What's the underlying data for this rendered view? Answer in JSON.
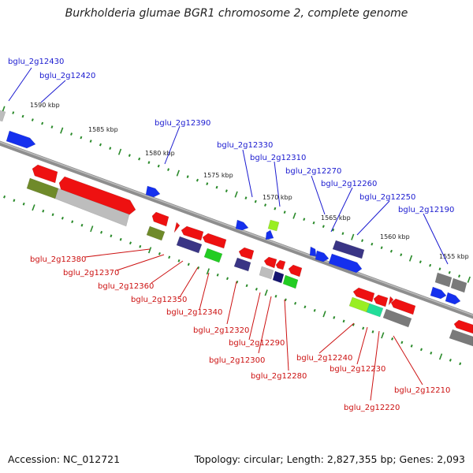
{
  "title": "Burkholderia glumae BGR1 chromosome 2, complete genome",
  "footer": {
    "accession": "Accession: NC_012721",
    "topology": "Topology: circular; Length: 2,827,355 bp; Genes: 2,093"
  },
  "colors": {
    "forward_label": "#1a1ad0",
    "reverse_label": "#cc1111",
    "backbone": "#8c8c8c",
    "tick_minor": "#2a8a2a",
    "red_gene": "#ee1111",
    "blue_gene": "#1530ee",
    "navy_gene": "#3a3585",
    "gray_gene": "#7a7a7a",
    "olive_gene": "#6f8a2a",
    "green_gene": "#22cc22",
    "lime_gene": "#99ee22",
    "cyan_gene": "#22dd99",
    "light_gray_gene": "#bdbdbd"
  },
  "scale_labels": [
    "1590 kbp",
    "1585 kbp",
    "1580 kbp",
    "1575 kbp",
    "1570 kbp",
    "1565 kbp",
    "1560 kbp",
    "1555 kbp"
  ],
  "forward_gene_labels": [
    "bglu_2g12430",
    "bglu_2g12420",
    "bglu_2g12390",
    "bglu_2g12330",
    "bglu_2g12310",
    "bglu_2g12270",
    "bglu_2g12260",
    "bglu_2g12250",
    "bglu_2g12190"
  ],
  "reverse_gene_labels": [
    "bglu_2g12380",
    "bglu_2g12370",
    "bglu_2g12360",
    "bglu_2g12350",
    "bglu_2g12340",
    "bglu_2g12320",
    "bglu_2g12290",
    "bglu_2g12300",
    "bglu_2g12280",
    "bglu_2g12240",
    "bglu_2g12230",
    "bglu_2g12220",
    "bglu_2g12210"
  ]
}
